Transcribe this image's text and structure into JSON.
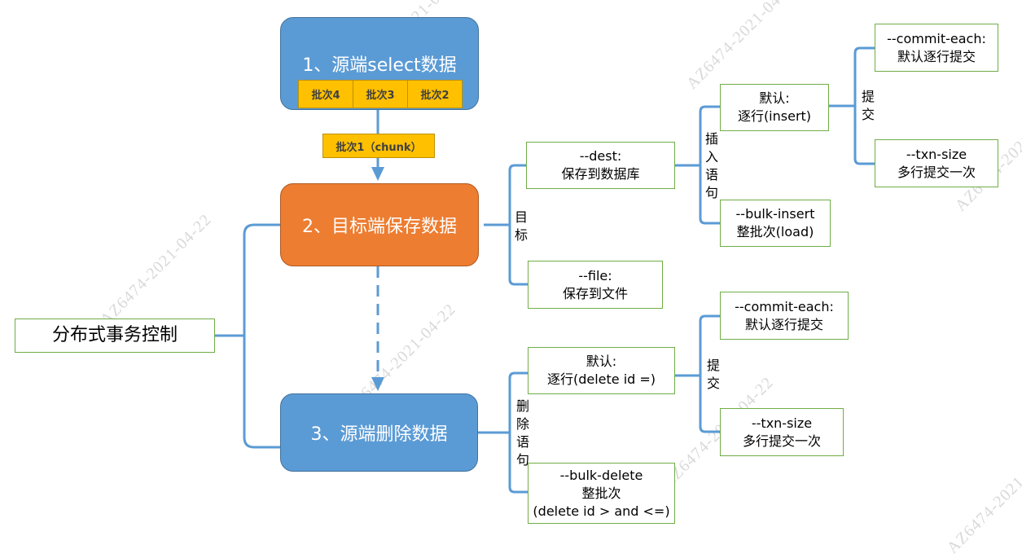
{
  "root": "分布式事务控制",
  "step1": {
    "title": "1、源端select数据",
    "batches": [
      "批次4",
      "批次3",
      "批次2"
    ]
  },
  "chunk": "批次1（chunk）",
  "step2": {
    "title": "2、目标端保存数据",
    "branch_label": "目标",
    "dest": {
      "line1": "--dest:",
      "line2": "保存到数据库"
    },
    "file": {
      "line1": "--file:",
      "line2": "保存到文件"
    },
    "insert_label": "插入语句",
    "default_insert": {
      "line1": "默认:",
      "line2": "逐行(insert)"
    },
    "bulk_insert": {
      "line1": "--bulk-insert",
      "line2": "整批次(load)"
    },
    "commit_label": "提交",
    "commit_each": {
      "line1": "--commit-each:",
      "line2": "默认逐行提交"
    },
    "txn_size": {
      "line1": "--txn-size",
      "line2": "多行提交一次"
    }
  },
  "step3": {
    "title": "3、源端删除数据",
    "delete_label": "删除语句",
    "default_delete": {
      "line1": "默认:",
      "line2": "逐行(delete id =)"
    },
    "bulk_delete": {
      "line1": "--bulk-delete",
      "line2": "整批次",
      "line3": "(delete id > and <=)"
    },
    "commit_label": "提交",
    "commit_each": {
      "line1": "--commit-each:",
      "line2": "默认逐行提交"
    },
    "txn_size": {
      "line1": "--txn-size",
      "line2": "多行提交一次"
    }
  },
  "watermark": "AZ6474-2021-04-22",
  "colors": {
    "blue": "#5b9bd5",
    "orange": "#ed7d31",
    "batch": "#ffc000",
    "connector": "#5b9bd5",
    "border": "#70ad47"
  }
}
